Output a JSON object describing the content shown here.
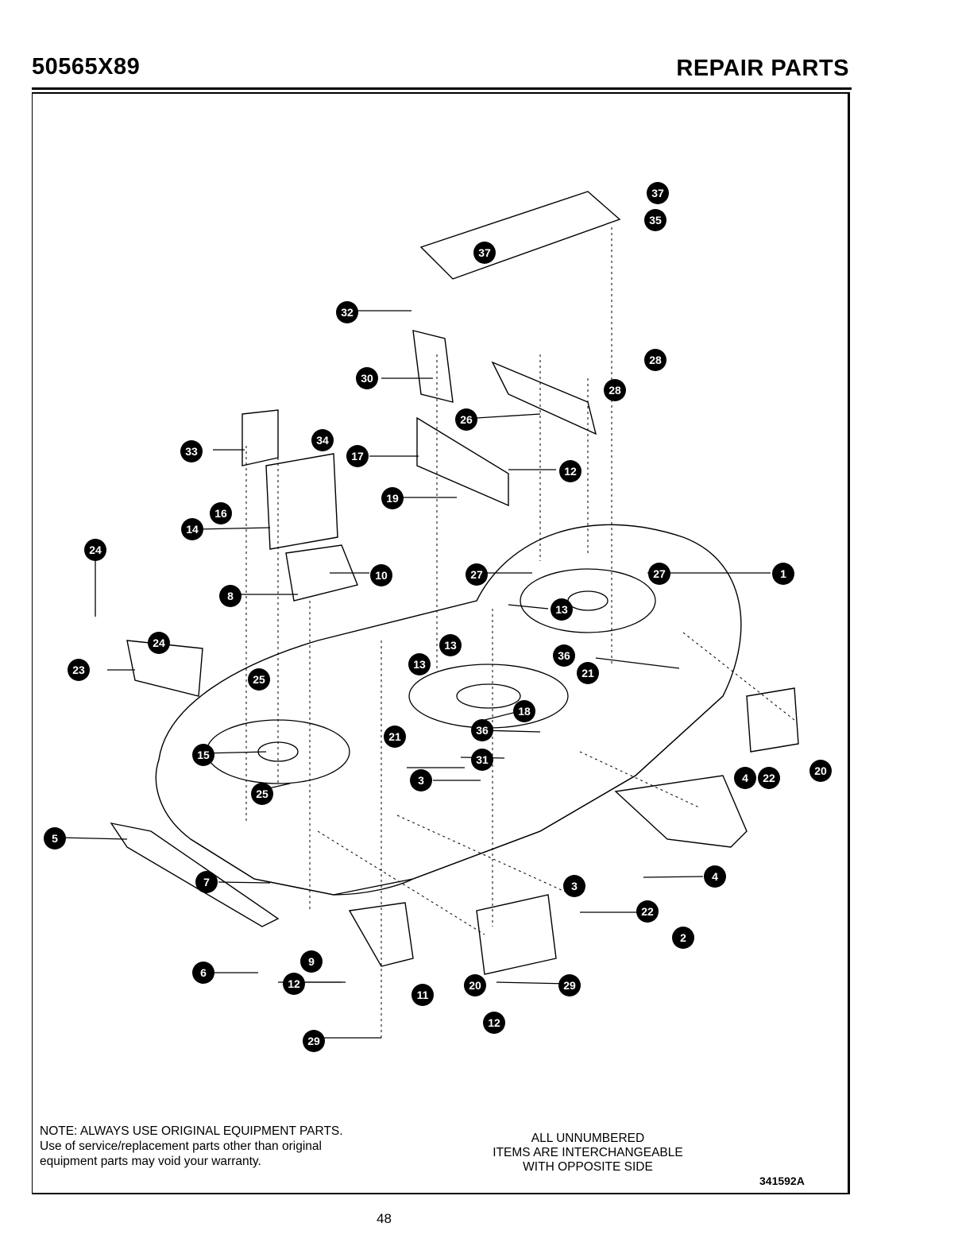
{
  "header": {
    "model_number": "50565X89",
    "section_title": "REPAIR PARTS"
  },
  "diagram": {
    "callouts": [
      {
        "n": "37"
      },
      {
        "n": "35"
      },
      {
        "n": "37"
      },
      {
        "n": "32"
      },
      {
        "n": "28"
      },
      {
        "n": "28"
      },
      {
        "n": "30"
      },
      {
        "n": "26"
      },
      {
        "n": "33"
      },
      {
        "n": "34"
      },
      {
        "n": "17"
      },
      {
        "n": "12"
      },
      {
        "n": "19"
      },
      {
        "n": "16"
      },
      {
        "n": "14"
      },
      {
        "n": "24"
      },
      {
        "n": "10"
      },
      {
        "n": "8"
      },
      {
        "n": "27"
      },
      {
        "n": "27"
      },
      {
        "n": "1"
      },
      {
        "n": "13"
      },
      {
        "n": "24"
      },
      {
        "n": "13"
      },
      {
        "n": "23"
      },
      {
        "n": "13"
      },
      {
        "n": "36"
      },
      {
        "n": "21"
      },
      {
        "n": "25"
      },
      {
        "n": "18"
      },
      {
        "n": "21"
      },
      {
        "n": "36"
      },
      {
        "n": "15"
      },
      {
        "n": "31"
      },
      {
        "n": "3"
      },
      {
        "n": "4"
      },
      {
        "n": "22"
      },
      {
        "n": "20"
      },
      {
        "n": "25"
      },
      {
        "n": "5"
      },
      {
        "n": "7"
      },
      {
        "n": "4"
      },
      {
        "n": "3"
      },
      {
        "n": "22"
      },
      {
        "n": "2"
      },
      {
        "n": "9"
      },
      {
        "n": "6"
      },
      {
        "n": "12"
      },
      {
        "n": "11"
      },
      {
        "n": "20"
      },
      {
        "n": "29"
      },
      {
        "n": "12"
      },
      {
        "n": "29"
      }
    ]
  },
  "footer": {
    "note_line1": "NOTE: ALWAYS USE ORIGINAL EQUIPMENT PARTS.",
    "note_line2": "Use of service/replacement parts other than original",
    "note_line3": "equipment parts may void your warranty.",
    "interchange_line1": "ALL UNNUMBERED",
    "interchange_line2": "ITEMS ARE INTERCHANGEABLE",
    "interchange_line3": "WITH OPPOSITE SIDE",
    "figure_number": "341592A",
    "page_number": "48"
  }
}
